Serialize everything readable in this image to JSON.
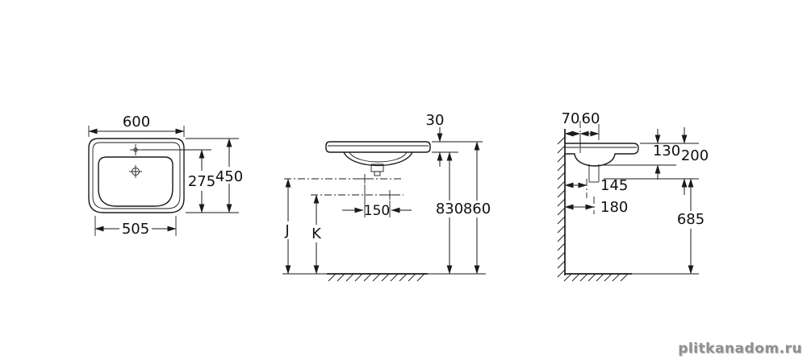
{
  "watermark": "plitkanadom.ru",
  "top_view": {
    "width": "600",
    "depth": "450",
    "drain_offset": "275",
    "inner_width": "505"
  },
  "front_view": {
    "rim_thickness": "30",
    "hole_spacing": "150",
    "rim_underside_height": "830",
    "rim_top_height": "860",
    "dim_j": "J",
    "dim_k": "K"
  },
  "side_view": {
    "wall_to_hole": "70",
    "hole_to_edge": "60",
    "rim_drop": "130",
    "front_drop": "200",
    "wall_to_fixing": "145",
    "wall_to_drain": "180",
    "outlet_height": "685"
  }
}
